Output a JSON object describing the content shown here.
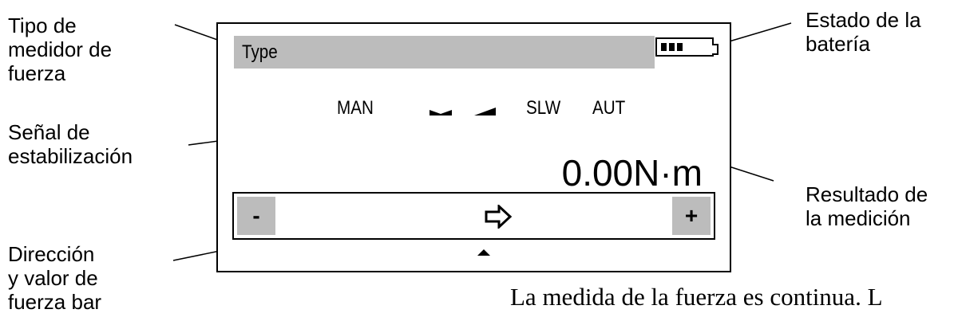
{
  "callouts": {
    "tipo_medidor": [
      "Tipo de",
      "medidor de",
      "fuerza"
    ],
    "senal_estabilizacion": [
      "Señal de",
      "estabilización"
    ],
    "direccion_valor": [
      "Dirección",
      "y valor de",
      "fuerza bar"
    ],
    "estado_bateria": [
      "Estado de la",
      "batería"
    ],
    "resultado_medicion": [
      "Resultado de",
      "la medición"
    ]
  },
  "display": {
    "type_label": "Type",
    "battery": {
      "level_bars": 3,
      "max_bars": 3
    },
    "modes": [
      "MAN",
      "SLW",
      "AUT"
    ],
    "reading": "0.00N·m",
    "force_bar": {
      "minus_label": "-",
      "plus_label": "+",
      "direction_icon": "right-arrow-icon"
    }
  },
  "caption": "La medida de la fuerza es continua. L",
  "colors": {
    "highlight_gray": "#bcbcbc",
    "ink": "#000000"
  }
}
